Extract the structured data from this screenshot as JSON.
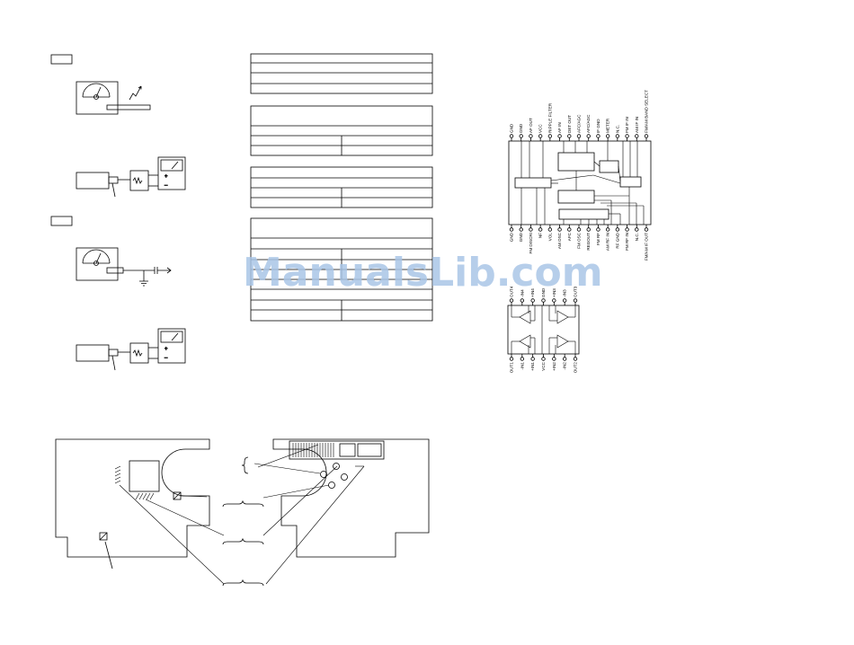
{
  "watermark": "ManualsLib.com",
  "ic1": {
    "top_pins": [
      "GND",
      "GND",
      "AF OUT",
      "VCC",
      "RIPPLE FILTER",
      "AF IN",
      "DET OUT",
      "AFC/AGC",
      "AFC/AGC",
      "IF GND",
      "METER",
      "N.C.",
      "FM IF IN",
      "AM IF IN",
      "FM/AM BAND SELECT"
    ],
    "bottom_pins": [
      "GND",
      "GND",
      "FM DISCRI",
      "NF",
      "VOL",
      "AM OSC",
      "AFC",
      "FM OSC",
      "REGOUT",
      "FM RF",
      "AM RF IN",
      "RF GND",
      "FM RF IN",
      "N.C.",
      "FM/AM IF OUT"
    ]
  },
  "ic2": {
    "top_pins": [
      "OUT4",
      "-IN4",
      "+IN4",
      "GND",
      "+IN3",
      "-IN3",
      "OUT3"
    ],
    "bottom_pins": [
      "OUT1",
      "-IN1",
      "+IN1",
      "VCC",
      "+IN2",
      "-IN2",
      "OUT2"
    ]
  }
}
